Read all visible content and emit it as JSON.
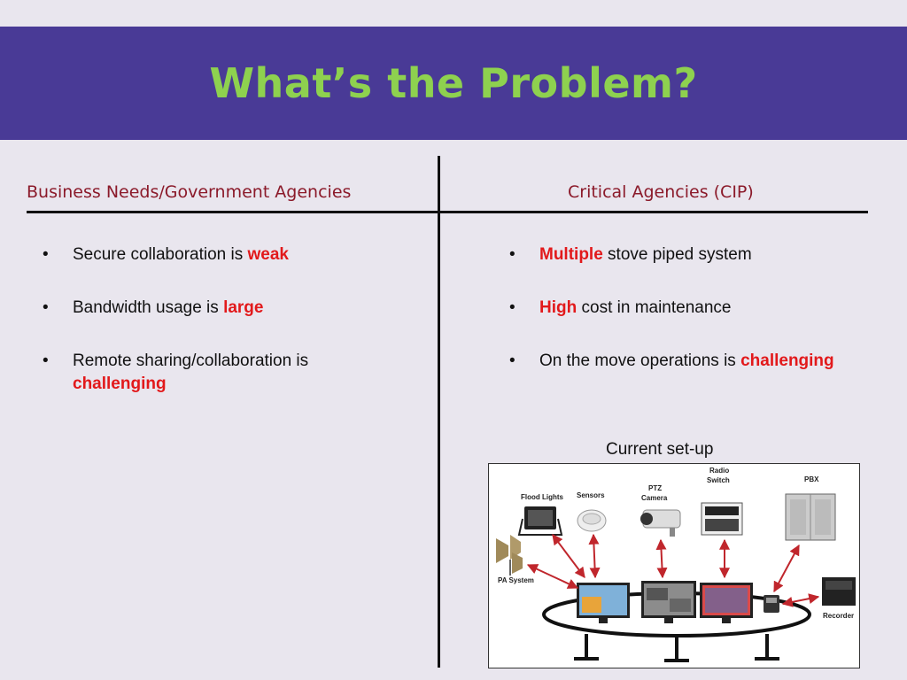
{
  "slide": {
    "title": "What’s the Problem?"
  },
  "left": {
    "heading": "Business Needs/Government Agencies",
    "bullets": [
      {
        "pre": "Secure collaboration is ",
        "hl": "weak",
        "post": ""
      },
      {
        "pre": "Bandwidth usage is ",
        "hl": "large",
        "post": ""
      },
      {
        "pre": "Remote sharing/collaboration is ",
        "hl": "challenging",
        "post": ""
      }
    ]
  },
  "right": {
    "heading": "Critical Agencies (CIP)",
    "bullets": [
      {
        "pre": "",
        "hl": "Multiple",
        "post": " stove piped system"
      },
      {
        "pre": "",
        "hl": "High",
        "post": " cost in maintenance"
      },
      {
        "pre": "On the move operations is ",
        "hl": "challenging",
        "post": ""
      }
    ]
  },
  "figure": {
    "caption": "Current set-up",
    "labels": {
      "flood_lights": "Flood Lights",
      "sensors": "Sensors",
      "ptz_camera_line1": "PTZ",
      "ptz_camera_line2": "Camera",
      "radio_switch_line1": "Radio",
      "radio_switch_line2": "Switch",
      "pbx": "PBX",
      "pa_system": "PA System",
      "recorder": "Recorder"
    }
  },
  "colors": {
    "title_band": "#493a96",
    "title_text": "#8ed14f",
    "heading_text": "#8b1a2a",
    "highlight": "#e2191b",
    "arrow": "#c0262c"
  }
}
